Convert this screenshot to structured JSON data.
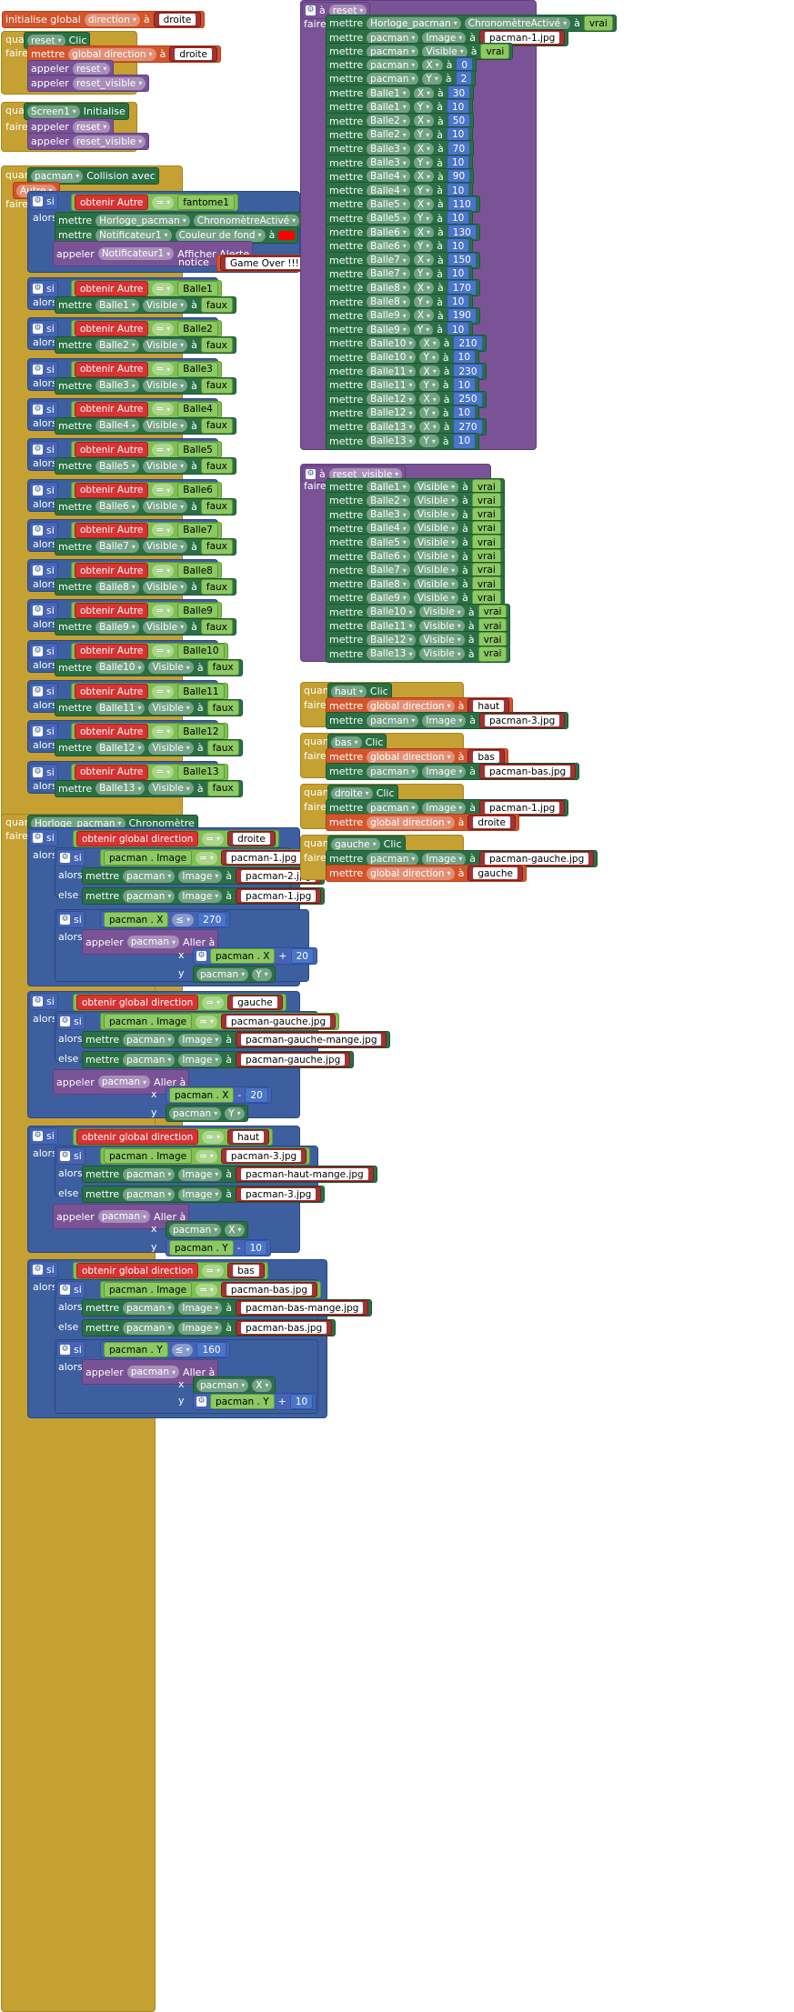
{
  "lang": {
    "initialize": "initialise global",
    "when": "quand",
    "do": "faire",
    "set": "mettre",
    "to": "à",
    "call": "appeler",
    "if": "si",
    "then": "alors",
    "else": "else",
    "get": "obtenir",
    "notice": "notice",
    "x": "x",
    "y": "y",
    "click": "Clic",
    "initialize_event": "Initialise",
    "collision": "Collision avec",
    "other": "Autre",
    "timer": "Chronomètre",
    "move_to": "Aller à",
    "show_alert": "Afficher Alerte",
    "eq": "=",
    "le": "≤",
    "plus": "+",
    "minus": "-"
  },
  "vars": {
    "direction": "direction",
    "global_direction": "global direction",
    "droite": "droite",
    "gauche": "gauche",
    "haut": "haut",
    "bas": "bas"
  },
  "comp": {
    "reset": "reset",
    "reset_visible": "reset_visible",
    "screen1": "Screen1",
    "pacman": "pacman",
    "horloge": "Horloge_pacman",
    "notif": "Notificateur1",
    "fantome": "fantome1",
    "haut": "haut",
    "bas": "bas",
    "droite": "droite",
    "gauche": "gauche"
  },
  "props": {
    "timer_enabled": "ChronomètreActivé",
    "image": "Image",
    "visible": "Visible",
    "x": "X",
    "y": "Y",
    "bg_color": "Couleur de fond"
  },
  "vals": {
    "vrai": "vrai",
    "faux": "faux",
    "game_over": "Game Over !!!",
    "pacman1": "pacman-1.jpg",
    "pacman2": "pacman-2.jpg",
    "pacman3": "pacman-3.jpg",
    "pacman_bas": "pacman-bas.jpg",
    "pacman_gauche": "pacman-gauche.jpg",
    "pacman_gauche_mange": "pacman-gauche-mange.jpg",
    "pacman_haut_mange": "pacman-haut-mange.jpg",
    "pacman_bas_mange": "pacman-bas-mange.jpg",
    "n0": "0",
    "n2": "2",
    "n20": "20",
    "n10": "10",
    "n270": "270",
    "n160": "160"
  },
  "balls": [
    {
      "name": "Balle1",
      "x": "30",
      "y": "10"
    },
    {
      "name": "Balle2",
      "x": "50",
      "y": "10"
    },
    {
      "name": "Balle3",
      "x": "70",
      "y": "10"
    },
    {
      "name": "Balle4",
      "x": "90",
      "y": "10"
    },
    {
      "name": "Balle5",
      "x": "110",
      "y": "10"
    },
    {
      "name": "Balle6",
      "x": "130",
      "y": "10"
    },
    {
      "name": "Balle7",
      "x": "150",
      "y": "10"
    },
    {
      "name": "Balle8",
      "x": "170",
      "y": "10"
    },
    {
      "name": "Balle9",
      "x": "190",
      "y": "10"
    },
    {
      "name": "Balle10",
      "x": "210",
      "y": "10"
    },
    {
      "name": "Balle11",
      "x": "230",
      "y": "10"
    },
    {
      "name": "Balle12",
      "x": "250",
      "y": "10"
    },
    {
      "name": "Balle13",
      "x": "270",
      "y": "10"
    }
  ],
  "colors": {
    "control": "#c5a032",
    "procedure": "#7a5396",
    "variable": "#d3552b",
    "component": "#2a7044",
    "logic": "#7fc052",
    "math": "#4664b3",
    "text": "#a03333",
    "alert_color": "#ff0000"
  }
}
